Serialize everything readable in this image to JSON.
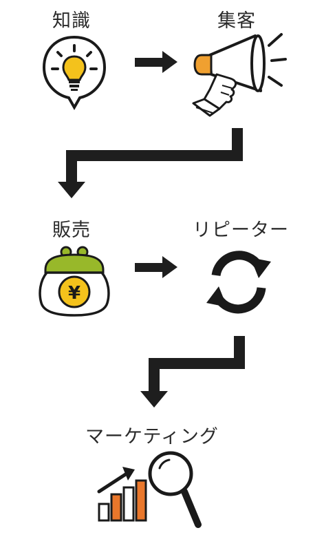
{
  "steps": [
    {
      "label": "知識",
      "icon": "lightbulb-icon"
    },
    {
      "label": "集客",
      "icon": "megaphone-icon"
    },
    {
      "label": "販売",
      "icon": "purse-icon"
    },
    {
      "label": "リピーター",
      "icon": "refresh-cycle-icon"
    },
    {
      "label": "マーケティング",
      "icon": "growth-chart-magnifier-icon"
    }
  ],
  "purse_symbol": "¥",
  "colors": {
    "bulb": "#f4c21c",
    "megaphone": "#f0a030",
    "purse_frame": "#98b82a",
    "bar_orange": "#e9772b",
    "line": "#1a1a1a",
    "arrow": "#1e1e1e"
  }
}
